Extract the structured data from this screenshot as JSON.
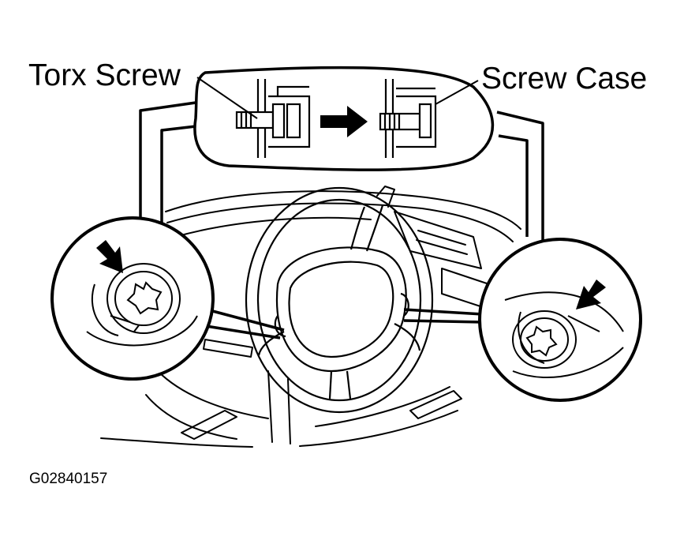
{
  "labels": {
    "torx_screw": "Torx Screw",
    "screw_case": "Screw Case"
  },
  "figure_code": "G02840157",
  "colors": {
    "ink": "#000000",
    "paper": "#ffffff"
  },
  "icons": {
    "torx_head_left": "torx-screw-head-icon",
    "torx_head_right": "torx-screw-head-icon",
    "pointer_left": "arrow-icon",
    "pointer_right": "arrow-icon",
    "step_arrow": "right-arrow-icon"
  }
}
